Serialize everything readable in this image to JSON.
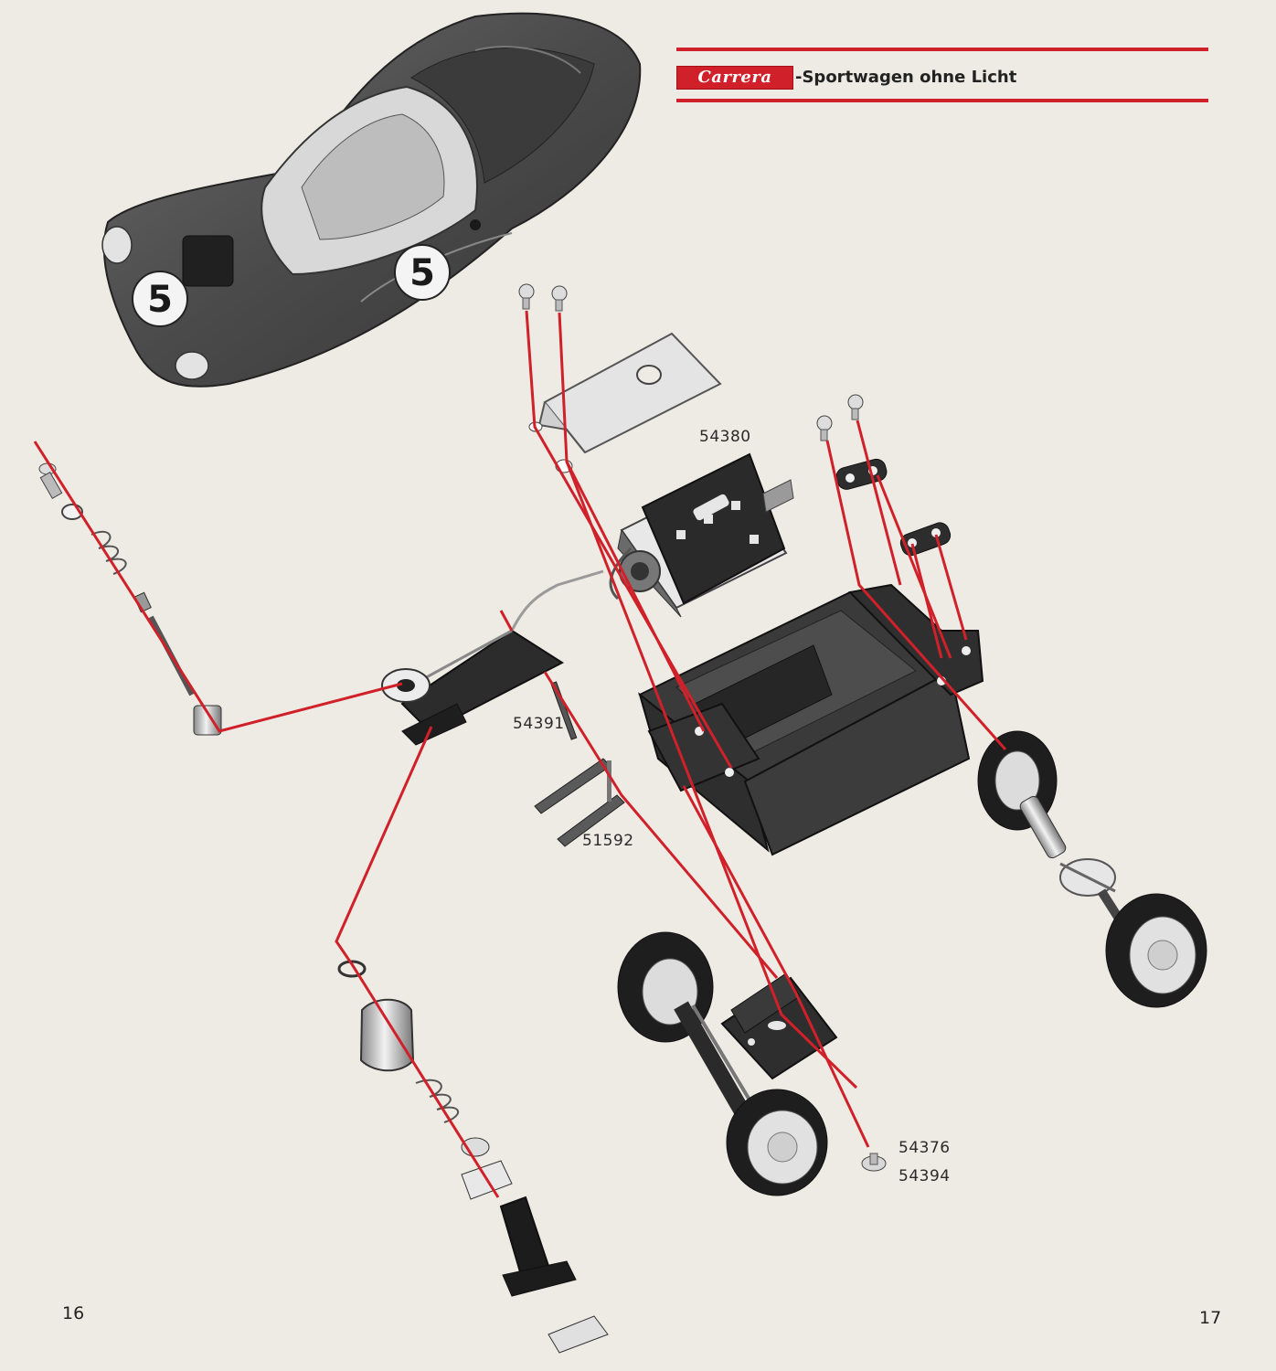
{
  "header": {
    "brand": "Carrera",
    "title": "-Sportwagen ohne Licht"
  },
  "colors": {
    "accent": "#d0212a",
    "paper": "#eeebe4",
    "part_dark": "#2b2b2b"
  },
  "car_body": {
    "number": "5"
  },
  "part_labels": {
    "motor": "54380",
    "guide_pin": "54391",
    "contact_brushes": "51592",
    "screw_a": "54376",
    "screw_b": "54394"
  },
  "page_numbers": {
    "left": "16",
    "right": "17"
  }
}
